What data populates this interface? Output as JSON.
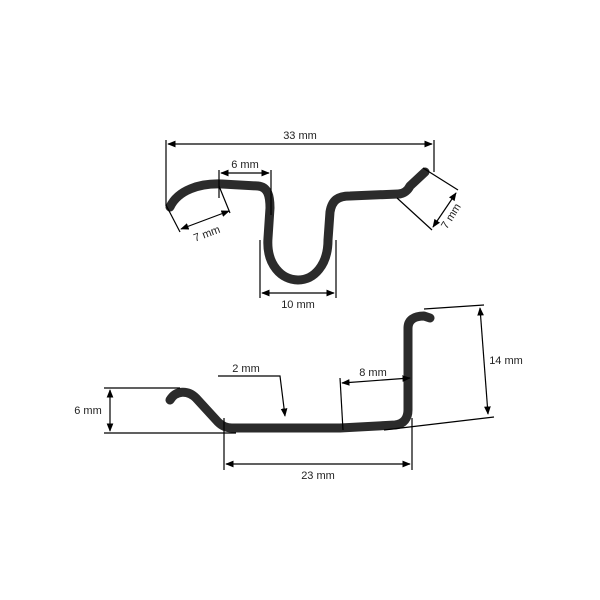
{
  "diagram": {
    "subject": "bent wire hook",
    "wire_color": "#2b2b2b",
    "line_color": "#000000",
    "top_view": {
      "labels": {
        "overall_width": "33 mm",
        "top_segment": "6 mm",
        "left_hook": "7 mm",
        "right_hook": "7 mm",
        "u_bend_width": "10 mm"
      }
    },
    "side_view": {
      "labels": {
        "left_height": "6 mm",
        "wire_diameter": "2 mm",
        "horizontal_segment": "8 mm",
        "right_height": "14 mm",
        "base_length": "23 mm"
      }
    }
  }
}
